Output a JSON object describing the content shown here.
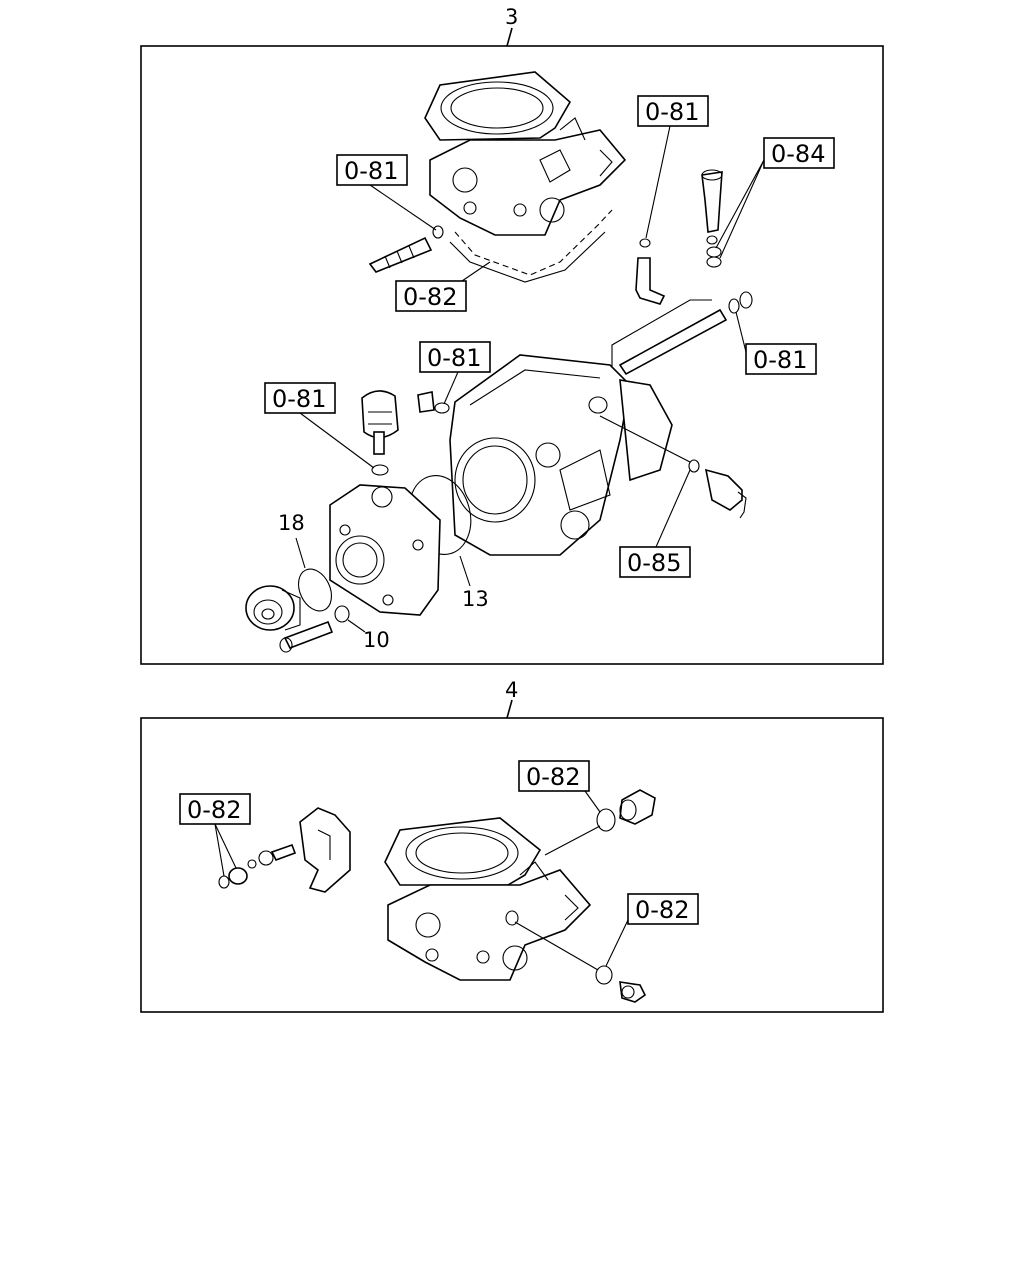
{
  "panel_top": {
    "number": "3",
    "callouts": {
      "c_o81_a": "0-81",
      "c_o82_a": "0-82",
      "c_o81_b": "0-81",
      "c_o84": "0-84",
      "c_o81_c": "0-81",
      "c_o81_d": "0-81",
      "c_o81_e": "0-81",
      "c_o85": "0-85"
    },
    "numbers": {
      "n18": "18",
      "n13": "13",
      "n10": "10"
    }
  },
  "panel_bottom": {
    "number": "4",
    "callouts": {
      "c_o82_a": "0-82",
      "c_o82_b": "0-82",
      "c_o82_c": "0-82"
    }
  }
}
